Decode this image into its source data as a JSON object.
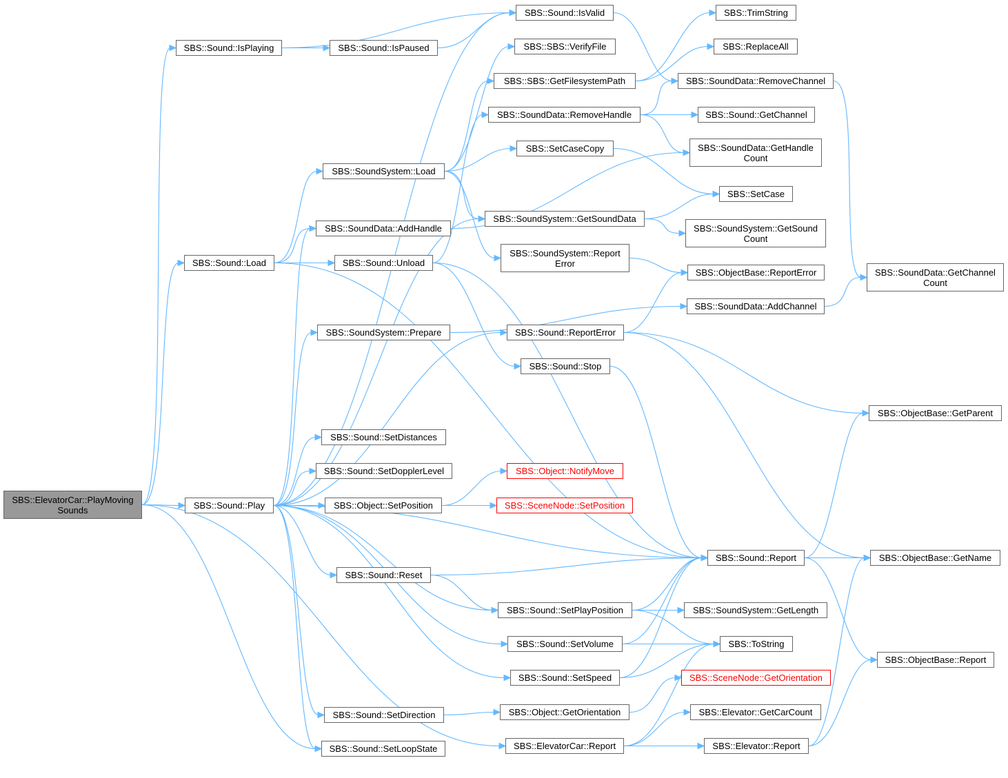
{
  "diagram": {
    "title": "",
    "colors": {
      "edge": "#63b8ff",
      "node_border": "#666666",
      "root_fill": "#999999",
      "missing_border": "#ff0000"
    },
    "nodes": [
      {
        "id": "root",
        "label": "SBS::ElevatorCar::PlayMoving\nSounds",
        "kind": "root"
      },
      {
        "id": "isplaying",
        "label": "SBS::Sound::IsPlaying"
      },
      {
        "id": "ispaused",
        "label": "SBS::Sound::IsPaused"
      },
      {
        "id": "isvalid",
        "label": "SBS::Sound::IsValid"
      },
      {
        "id": "trimstring",
        "label": "SBS::TrimString"
      },
      {
        "id": "verifyfile",
        "label": "SBS::SBS::VerifyFile"
      },
      {
        "id": "replaceall",
        "label": "SBS::ReplaceAll"
      },
      {
        "id": "getfspath",
        "label": "SBS::SBS::GetFilesystemPath"
      },
      {
        "id": "removechannel",
        "label": "SBS::SoundData::RemoveChannel"
      },
      {
        "id": "removehandle",
        "label": "SBS::SoundData::RemoveHandle"
      },
      {
        "id": "getchannel",
        "label": "SBS::Sound::GetChannel"
      },
      {
        "id": "setcasecopy",
        "label": "SBS::SetCaseCopy"
      },
      {
        "id": "gethandlecount",
        "label": "SBS::SoundData::GetHandle\nCount"
      },
      {
        "id": "ssload",
        "label": "SBS::SoundSystem::Load"
      },
      {
        "id": "setcase",
        "label": "SBS::SetCase"
      },
      {
        "id": "addhandle",
        "label": "SBS::SoundData::AddHandle"
      },
      {
        "id": "getsounddata",
        "label": "SBS::SoundSystem::GetSoundData"
      },
      {
        "id": "getsoundcount",
        "label": "SBS::SoundSystem::GetSound\nCount"
      },
      {
        "id": "soundload",
        "label": "SBS::Sound::Load"
      },
      {
        "id": "unload",
        "label": "SBS::Sound::Unload"
      },
      {
        "id": "ssreporterror",
        "label": "SBS::SoundSystem::Report\nError"
      },
      {
        "id": "objreporterror",
        "label": "SBS::ObjectBase::ReportError"
      },
      {
        "id": "getchannelcount",
        "label": "SBS::SoundData::GetChannel\nCount"
      },
      {
        "id": "prepare",
        "label": "SBS::SoundSystem::Prepare"
      },
      {
        "id": "addchannel",
        "label": "SBS::SoundData::AddChannel"
      },
      {
        "id": "sndreporterror",
        "label": "SBS::Sound::ReportError"
      },
      {
        "id": "stop",
        "label": "SBS::Sound::Stop"
      },
      {
        "id": "getparent",
        "label": "SBS::ObjectBase::GetParent"
      },
      {
        "id": "setdistances",
        "label": "SBS::Sound::SetDistances"
      },
      {
        "id": "setdoppler",
        "label": "SBS::Sound::SetDopplerLevel"
      },
      {
        "id": "notifymove",
        "label": "SBS::Object::NotifyMove",
        "kind": "missing"
      },
      {
        "id": "play",
        "label": "SBS::Sound::Play"
      },
      {
        "id": "objsetpos",
        "label": "SBS::Object::SetPosition"
      },
      {
        "id": "snsetpos",
        "label": "SBS::SceneNode::SetPosition",
        "kind": "missing"
      },
      {
        "id": "sndreport",
        "label": "SBS::Sound::Report"
      },
      {
        "id": "getname",
        "label": "SBS::ObjectBase::GetName"
      },
      {
        "id": "reset",
        "label": "SBS::Sound::Reset"
      },
      {
        "id": "setplaypos",
        "label": "SBS::Sound::SetPlayPosition"
      },
      {
        "id": "getlength",
        "label": "SBS::SoundSystem::GetLength"
      },
      {
        "id": "setvolume",
        "label": "SBS::Sound::SetVolume"
      },
      {
        "id": "tostring",
        "label": "SBS::ToString"
      },
      {
        "id": "objreport",
        "label": "SBS::ObjectBase::Report"
      },
      {
        "id": "setspeed",
        "label": "SBS::Sound::SetSpeed"
      },
      {
        "id": "sngetorient",
        "label": "SBS::SceneNode::GetOrientation",
        "kind": "missing"
      },
      {
        "id": "setdirection",
        "label": "SBS::Sound::SetDirection"
      },
      {
        "id": "objgetorient",
        "label": "SBS::Object::GetOrientation"
      },
      {
        "id": "getcarcount",
        "label": "SBS::Elevator::GetCarCount"
      },
      {
        "id": "setloopstate",
        "label": "SBS::Sound::SetLoopState"
      },
      {
        "id": "ecreport",
        "label": "SBS::ElevatorCar::Report"
      },
      {
        "id": "elevreport",
        "label": "SBS::Elevator::Report"
      }
    ],
    "edges": [
      [
        "root",
        "isplaying"
      ],
      [
        "root",
        "soundload"
      ],
      [
        "root",
        "play"
      ],
      [
        "root",
        "setloopstate"
      ],
      [
        "root",
        "ecreport"
      ],
      [
        "isplaying",
        "ispaused"
      ],
      [
        "isplaying",
        "isvalid"
      ],
      [
        "ispaused",
        "isvalid"
      ],
      [
        "isvalid",
        "removechannel"
      ],
      [
        "getfspath",
        "trimstring"
      ],
      [
        "getfspath",
        "replaceall"
      ],
      [
        "removechannel",
        "getchannelcount"
      ],
      [
        "removehandle",
        "removechannel"
      ],
      [
        "removehandle",
        "getchannel"
      ],
      [
        "removehandle",
        "gethandlecount"
      ],
      [
        "setcasecopy",
        "setcase"
      ],
      [
        "ssload",
        "verifyfile"
      ],
      [
        "ssload",
        "getfspath"
      ],
      [
        "ssload",
        "setcasecopy"
      ],
      [
        "ssload",
        "getsounddata"
      ],
      [
        "ssload",
        "ssreporterror"
      ],
      [
        "addhandle",
        "gethandlecount"
      ],
      [
        "getsounddata",
        "setcase"
      ],
      [
        "getsounddata",
        "getsoundcount"
      ],
      [
        "soundload",
        "ssload"
      ],
      [
        "soundload",
        "addhandle"
      ],
      [
        "soundload",
        "unload"
      ],
      [
        "soundload",
        "sndreport"
      ],
      [
        "unload",
        "removehandle"
      ],
      [
        "unload",
        "stop"
      ],
      [
        "unload",
        "sndreport"
      ],
      [
        "ssreporterror",
        "objreporterror"
      ],
      [
        "prepare",
        "addchannel"
      ],
      [
        "addchannel",
        "getchannelcount"
      ],
      [
        "sndreporterror",
        "objreporterror"
      ],
      [
        "sndreporterror",
        "getparent"
      ],
      [
        "sndreporterror",
        "getname"
      ],
      [
        "stop",
        "sndreport"
      ],
      [
        "play",
        "isvalid"
      ],
      [
        "play",
        "addhandle"
      ],
      [
        "play",
        "getsounddata"
      ],
      [
        "play",
        "prepare"
      ],
      [
        "play",
        "sndreporterror"
      ],
      [
        "play",
        "setdistances"
      ],
      [
        "play",
        "setdoppler"
      ],
      [
        "play",
        "objsetpos"
      ],
      [
        "play",
        "sndreport"
      ],
      [
        "play",
        "reset"
      ],
      [
        "play",
        "setplaypos"
      ],
      [
        "play",
        "setvolume"
      ],
      [
        "play",
        "setspeed"
      ],
      [
        "play",
        "setdirection"
      ],
      [
        "play",
        "setloopstate"
      ],
      [
        "objsetpos",
        "notifymove"
      ],
      [
        "objsetpos",
        "snsetpos"
      ],
      [
        "sndreport",
        "getparent"
      ],
      [
        "sndreport",
        "getname"
      ],
      [
        "sndreport",
        "objreport"
      ],
      [
        "reset",
        "sndreport"
      ],
      [
        "reset",
        "setplaypos"
      ],
      [
        "setplaypos",
        "sndreport"
      ],
      [
        "setplaypos",
        "getlength"
      ],
      [
        "setplaypos",
        "tostring"
      ],
      [
        "setvolume",
        "sndreport"
      ],
      [
        "setvolume",
        "tostring"
      ],
      [
        "setspeed",
        "sndreport"
      ],
      [
        "setspeed",
        "tostring"
      ],
      [
        "setdirection",
        "objgetorient"
      ],
      [
        "objgetorient",
        "sngetorient"
      ],
      [
        "ecreport",
        "getcarcount"
      ],
      [
        "ecreport",
        "elevreport"
      ],
      [
        "ecreport",
        "tostring"
      ],
      [
        "elevreport",
        "getname"
      ],
      [
        "elevreport",
        "objreport"
      ]
    ]
  }
}
